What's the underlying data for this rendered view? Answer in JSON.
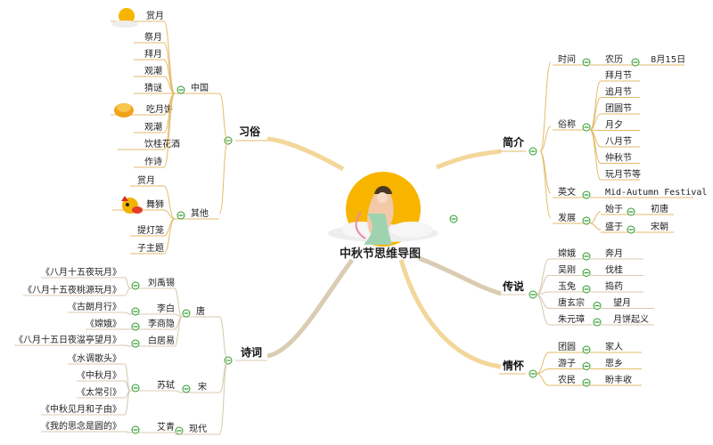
{
  "center": {
    "title": "中秋节思维导图"
  },
  "right": {
    "jianjie": {
      "label": "简介",
      "shijian": {
        "label": "时间",
        "nongli": "农历",
        "date": "8月15日"
      },
      "suchen": {
        "label": "俗称",
        "items": [
          "拜月节",
          "追月节",
          "团圆节",
          "月夕",
          "八月节",
          "仲秋节",
          "玩月节等"
        ]
      },
      "yingwen": {
        "label": "英文",
        "value": "Mid-Autumn Festival"
      },
      "fazhan": {
        "label": "发展",
        "rows": [
          {
            "a": "始于",
            "b": "初唐"
          },
          {
            "a": "盛于",
            "b": "宋朝"
          }
        ]
      }
    },
    "chuanshuo": {
      "label": "传说",
      "rows": [
        {
          "a": "嫦娥",
          "b": "奔月"
        },
        {
          "a": "吴刚",
          "b": "伐桂"
        },
        {
          "a": "玉兔",
          "b": "捣药"
        },
        {
          "a": "唐玄宗",
          "b": "望月"
        },
        {
          "a": "朱元璋",
          "b": "月饼起义"
        }
      ]
    },
    "qinghuai": {
      "label": "情怀",
      "rows": [
        {
          "a": "团圆",
          "b": "家人"
        },
        {
          "a": "游子",
          "b": "思乡"
        },
        {
          "a": "农民",
          "b": "盼丰收"
        }
      ]
    }
  },
  "left": {
    "xisu": {
      "label": "习俗",
      "zhongguo": {
        "label": "中国",
        "items": [
          "赏月",
          "祭月",
          "拜月",
          "观潮",
          "猜谜",
          "吃月饼",
          "观潮",
          "饮桂花酒",
          "作诗"
        ]
      },
      "qita": {
        "label": "其他",
        "items": [
          "赏月",
          "舞狮",
          "提灯笼",
          "子主题"
        ]
      }
    },
    "shici": {
      "label": "诗词",
      "tang": {
        "label": "唐",
        "poets": [
          {
            "name": "刘禹锡",
            "poems": [
              "《八月十五夜玩月》",
              "《八月十五夜桃源玩月》"
            ]
          },
          {
            "name": "李白",
            "poems": [
              "《古朗月行》"
            ]
          },
          {
            "name": "李商隐",
            "poems": [
              "《嫦娥》"
            ]
          },
          {
            "name": "白居易",
            "poems": [
              "《八月十五日夜湓亭望月》"
            ]
          }
        ]
      },
      "song": {
        "label": "宋",
        "poets": [
          {
            "name": "苏轼",
            "poems": [
              "《水调歌头》",
              "《中秋月》",
              "《太常引》",
              "《中秋见月和子由》"
            ]
          }
        ]
      },
      "xiandai": {
        "label": "现代",
        "poets": [
          {
            "name": "艾青",
            "poems": [
              "《我的思念是圆的》"
            ]
          }
        ]
      }
    }
  },
  "colors": {
    "branch": "#e3bb6a",
    "branch_gray": "#d5c8ad",
    "toggle": "#2a9a2a",
    "moon": "#f7b500"
  },
  "icons": {
    "center": "moon-fairy-illustration",
    "sun": "sun-cloud-icon",
    "mooncake": "mooncake-icon",
    "lion": "lion-dance-icon"
  }
}
